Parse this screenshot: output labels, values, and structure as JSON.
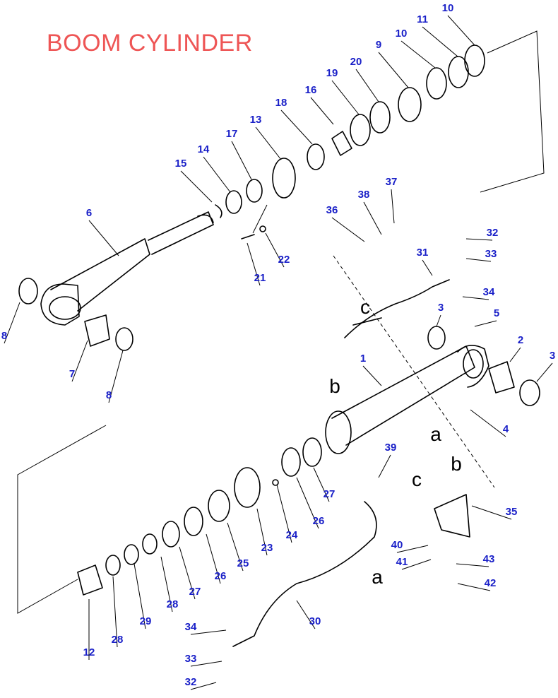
{
  "title": "BOOM CYLINDER",
  "callouts": [
    "10",
    "11",
    "10",
    "9",
    "20",
    "19",
    "16",
    "18",
    "13",
    "17",
    "14",
    "15",
    "6",
    "37",
    "38",
    "36",
    "22",
    "21",
    "32",
    "31",
    "33",
    "34",
    "3",
    "5",
    "2",
    "3",
    "1",
    "4",
    "8",
    "7",
    "8",
    "39",
    "35",
    "40",
    "41",
    "43",
    "42",
    "24",
    "23",
    "26",
    "27",
    "25",
    "26",
    "27",
    "28",
    "29",
    "28",
    "12",
    "30",
    "34",
    "33",
    "32"
  ],
  "flow_letters": [
    "c",
    "b",
    "a",
    "b",
    "c",
    "a"
  ]
}
